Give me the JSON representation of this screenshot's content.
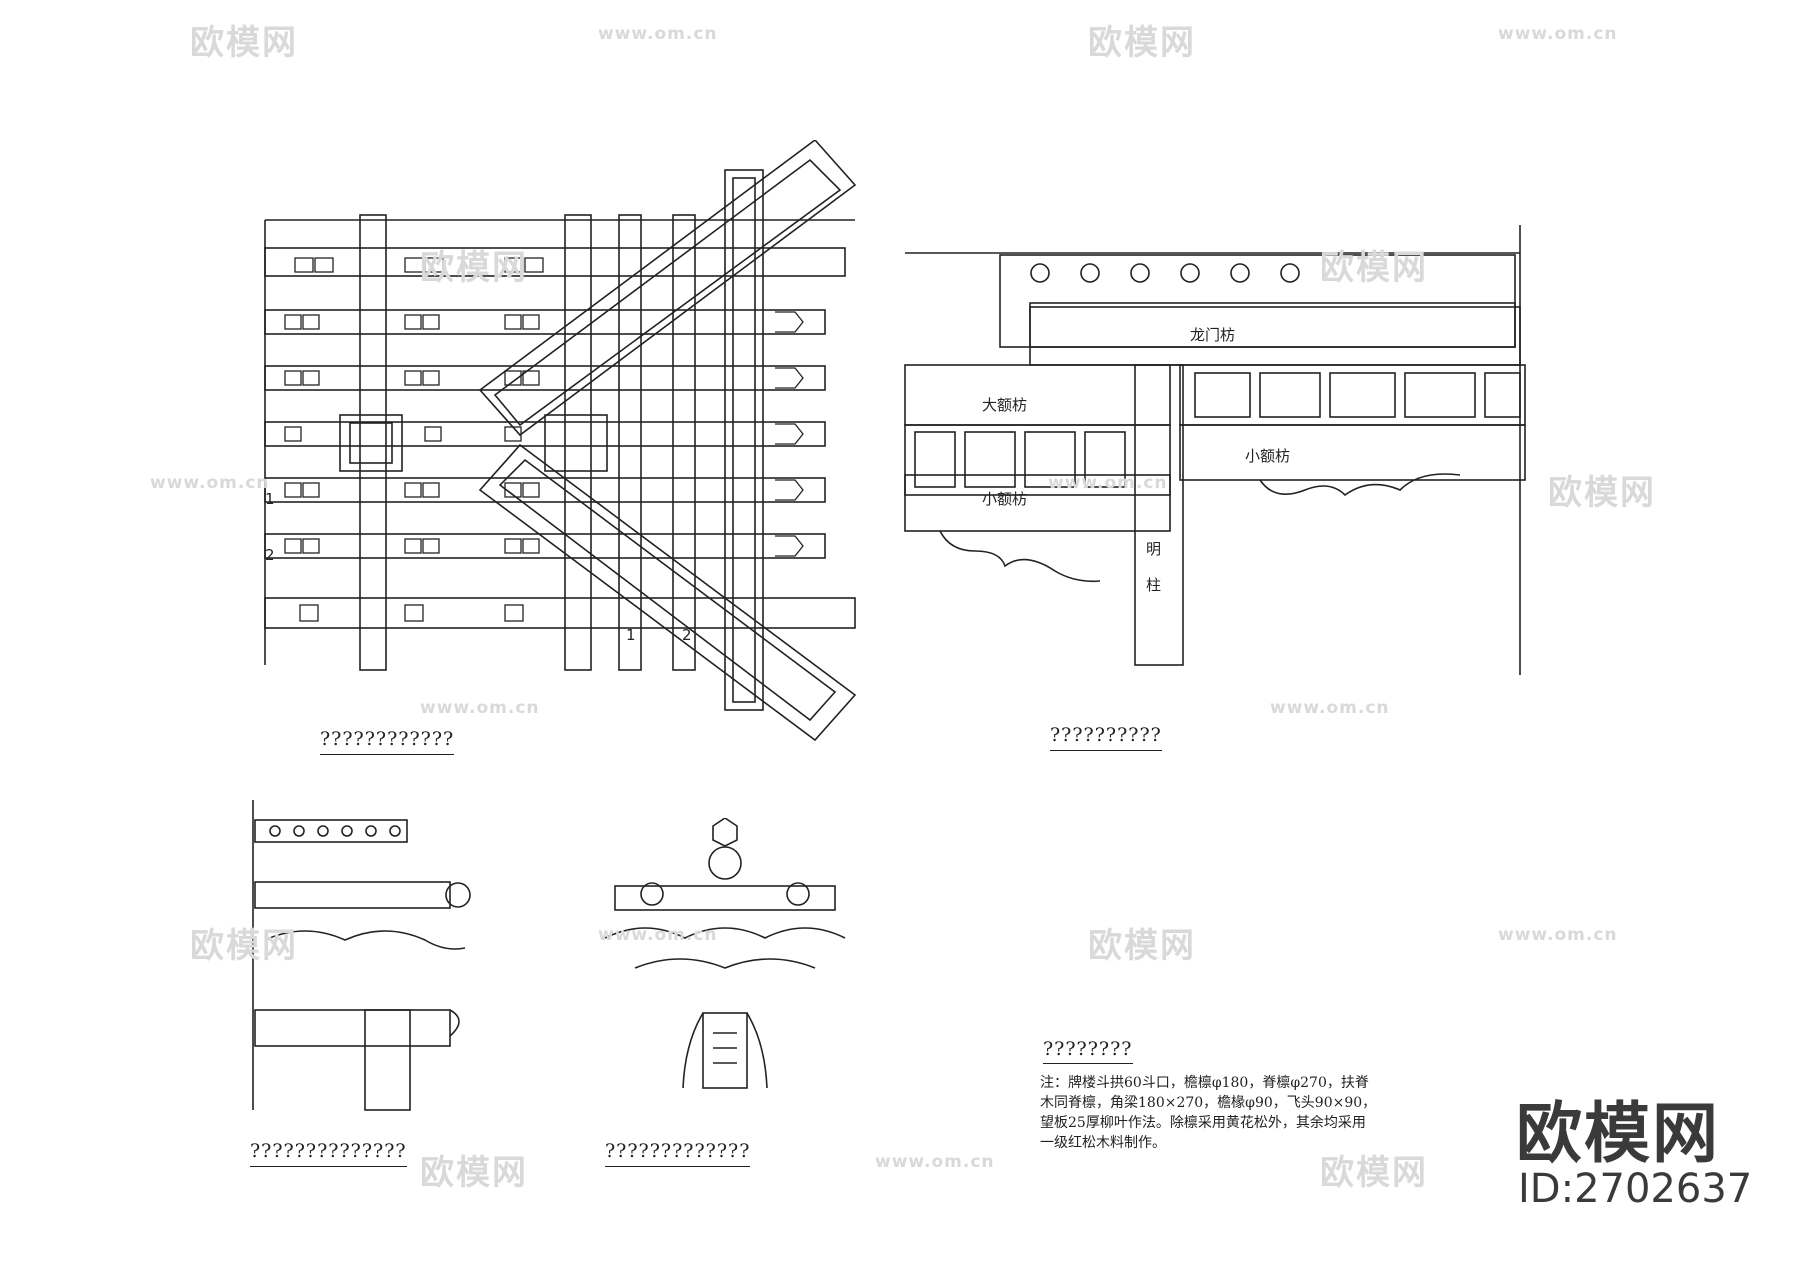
{
  "captions": {
    "plan": "????????????",
    "elevation": "??????????",
    "section_left": "??????????????",
    "section_right": "?????????????",
    "notes_title": "????????"
  },
  "beam_labels": {
    "longmen": "龙门枋",
    "daefang": "大额枋",
    "xiaoefang_left": "小额枋",
    "xiaoefang_right": "小额枋",
    "mingzhu_1": "明",
    "mingzhu_2": "柱"
  },
  "plan_numbers": {
    "left_1": "1",
    "left_2": "2",
    "bottom_1": "1",
    "bottom_2": "2"
  },
  "notes": {
    "line1": "注：牌楼斗拱60斗口，檐檩φ180，脊檩φ270，扶脊",
    "line2": "木同脊檩，角梁180×270，檐椽φ90，飞头90×90，",
    "line3": "望板25厚柳叶作法。除檩采用黄花松外，其余均采用",
    "line4": "一级红松木料制作。"
  },
  "watermark": {
    "brand_cn": "欧模网",
    "url": "www.om.cn",
    "id_label": "ID:2702637"
  },
  "colors": {
    "line": "#222222",
    "watermark": "#d9d9d9",
    "brand": "#3a3a3a"
  }
}
